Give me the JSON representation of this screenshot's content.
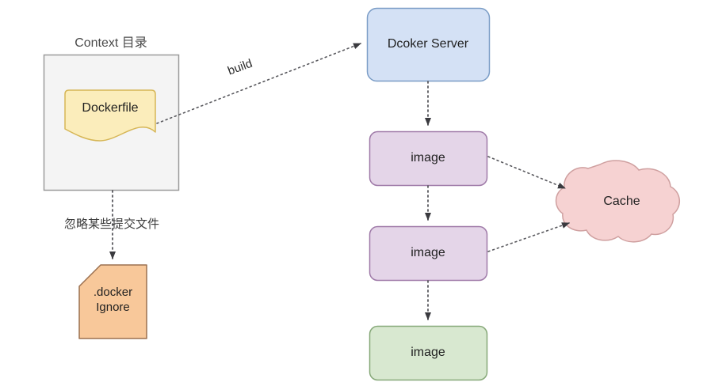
{
  "diagram": {
    "title_context": "Context 目录",
    "note_ignore": "忽略某些提交文件",
    "edge_build_label": "build",
    "nodes": {
      "dockerfile": {
        "label": "Dockerfile",
        "shape": "document",
        "fill": "#fbedbb",
        "stroke": "#d6b656"
      },
      "context_dir": {
        "label": "",
        "shape": "rectangle",
        "fill": "#f4f4f4",
        "stroke": "#9a9a9a"
      },
      "dockerignore": {
        "label": ".docker\nIgnore",
        "shape": "cut-corner",
        "fill": "#f8c89a",
        "stroke": "#b07b45"
      },
      "docker_server": {
        "label": "Dcoker Server",
        "shape": "rounded-rect",
        "fill": "#d4e1f5",
        "stroke": "#7a9cc6"
      },
      "image_1": {
        "label": "image",
        "shape": "rounded-rect",
        "fill": "#e4d5e8",
        "stroke": "#9f7aa8"
      },
      "image_2": {
        "label": "image",
        "shape": "rounded-rect",
        "fill": "#e4d5e8",
        "stroke": "#9f7aa8"
      },
      "image_3": {
        "label": "image",
        "shape": "rounded-rect",
        "fill": "#d8e8d0",
        "stroke": "#86a878"
      },
      "cache": {
        "label": "Cache",
        "shape": "cloud",
        "fill": "#f6d2d2",
        "stroke": "#cfa0a0"
      }
    },
    "edges": [
      {
        "name": "dockerfile-to-server",
        "label": "build",
        "style": "dotted-arrow"
      },
      {
        "name": "context-to-dockerignore",
        "label": "忽略某些提交文件",
        "style": "dotted-arrow"
      },
      {
        "name": "server-to-image1",
        "label": "",
        "style": "dotted-arrow"
      },
      {
        "name": "image1-to-image2",
        "label": "",
        "style": "dotted-arrow"
      },
      {
        "name": "image2-to-image3",
        "label": "",
        "style": "dotted-arrow"
      },
      {
        "name": "image1-to-cache",
        "label": "",
        "style": "dotted-arrow"
      },
      {
        "name": "image2-to-cache",
        "label": "",
        "style": "dotted-arrow"
      }
    ],
    "colors": {
      "edge": "#59595e",
      "text": "#1f1f1f",
      "background": "#ffffff"
    }
  }
}
